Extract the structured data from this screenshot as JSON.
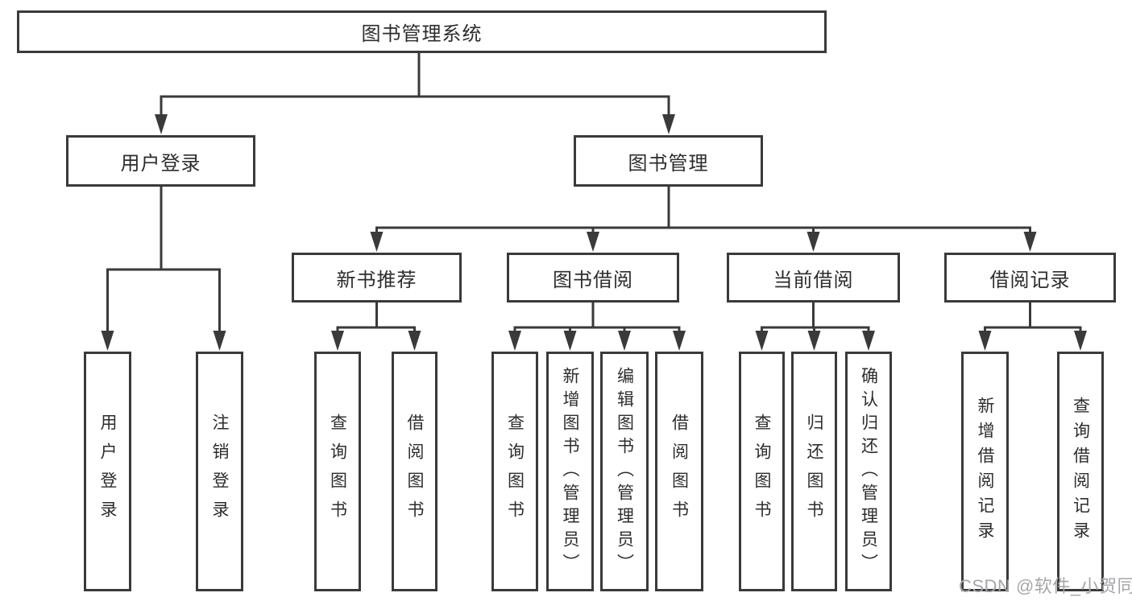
{
  "colors": {
    "line": "#3a3a3a",
    "text": "#2d2d2d",
    "box_background": "#ffffff",
    "watermark": "#a6a6aa"
  },
  "root": {
    "label": "图书管理系统"
  },
  "branches": {
    "user": {
      "label": "用户登录",
      "children": {
        "login": {
          "label": "用户登录"
        },
        "logout": {
          "label": "注销登录"
        }
      }
    },
    "book": {
      "label": "图书管理",
      "sections": {
        "recommend": {
          "label": "新书推荐",
          "children": {
            "query": {
              "label": "查询图书"
            },
            "borrow": {
              "label": "借阅图书"
            }
          }
        },
        "borrowing": {
          "label": "图书借阅",
          "children": {
            "query": {
              "label": "查询图书"
            },
            "add": {
              "label": "新增图书（管理员）"
            },
            "edit": {
              "label": "编辑图书（管理员）"
            },
            "borrow": {
              "label": "借阅图书"
            }
          }
        },
        "current": {
          "label": "当前借阅",
          "children": {
            "query": {
              "label": "查询图书"
            },
            "return": {
              "label": "归还图书"
            },
            "confirm": {
              "label": "确认归还（管理员）"
            }
          }
        },
        "records": {
          "label": "借阅记录",
          "children": {
            "add": {
              "label": "新增借阅记录"
            },
            "query": {
              "label": "查询借阅记录"
            }
          }
        }
      }
    }
  },
  "watermark": {
    "text": "CSDN @软件_小贺同学"
  }
}
